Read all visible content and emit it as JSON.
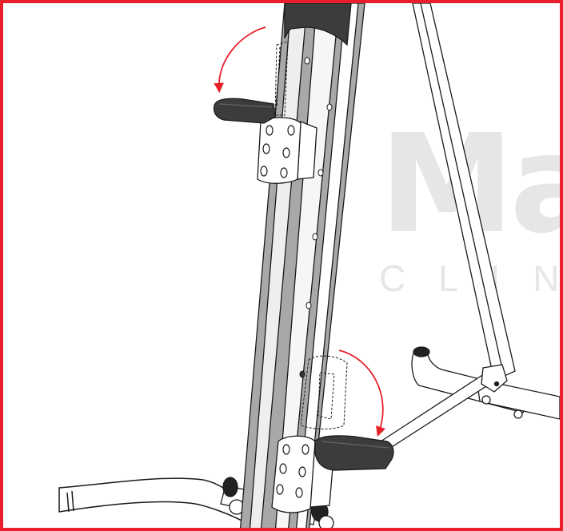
{
  "watermark": {
    "logo_text": "Ma",
    "sub_text": "C L I N"
  },
  "colors": {
    "frame_border": "#e8202a",
    "arrow": "#e8202a",
    "rail_gray": "#a8a8a8",
    "rail_light": "#eeeeee",
    "pedal": "#3c3c3c",
    "watermark": "#e6e6e6",
    "line": "#1a1a1a"
  },
  "icons": {
    "rotate_up_arrow": "curved-arrow-counterclockwise",
    "rotate_down_arrow": "curved-arrow-clockwise"
  }
}
